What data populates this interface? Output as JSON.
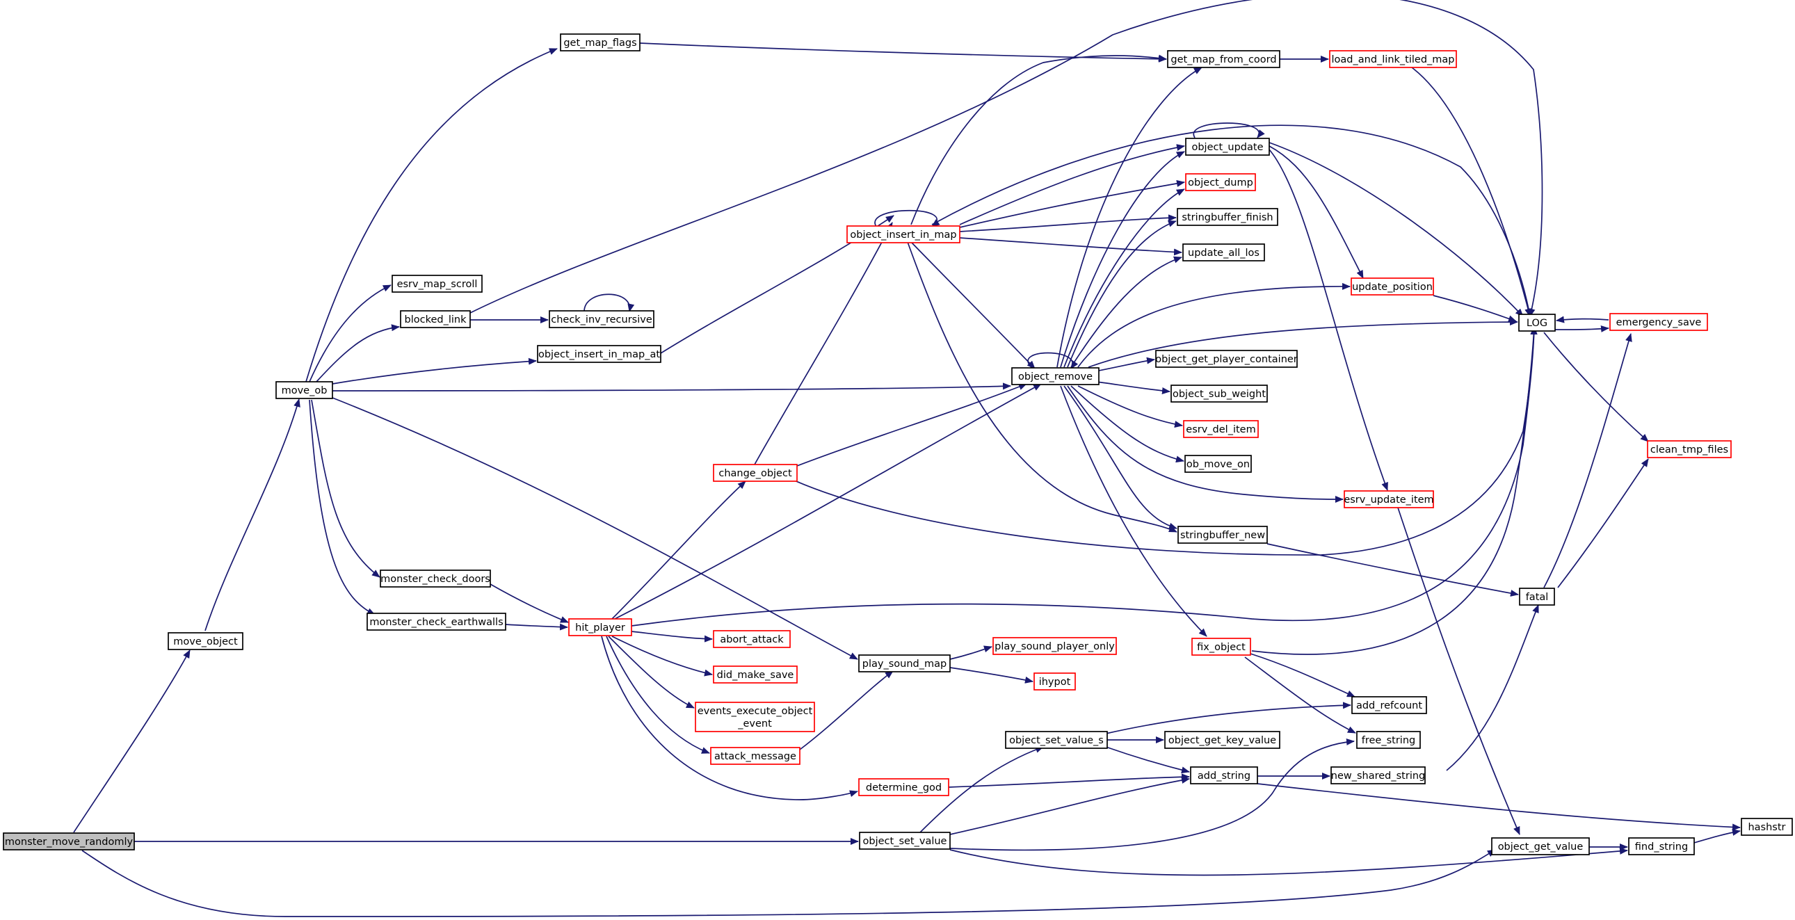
{
  "colors": {
    "edge": "#191970",
    "border_documented": "#000000",
    "border_undocumented": "#ff0000",
    "root_fill": "#bfbfbf",
    "background": "#ffffff"
  },
  "nodes": {
    "monster_move_randomly": "monster_move_randomly",
    "move_object": "move_object",
    "move_ob": "move_ob",
    "get_map_flags": "get_map_flags",
    "esrv_map_scroll": "esrv_map_scroll",
    "blocked_link": "blocked_link",
    "check_inv_recursive": "check_inv_recursive",
    "object_insert_in_map_at": "object_insert_in_map_at",
    "monster_check_doors": "monster_check_doors",
    "monster_check_earthwalls": "monster_check_earthwalls",
    "hit_player": "hit_player",
    "change_object": "change_object",
    "abort_attack": "abort_attack",
    "did_make_save": "did_make_save",
    "events_execute_object_line1": "events_execute_object",
    "events_execute_object_line2": "_event",
    "attack_message": "attack_message",
    "determine_god": "determine_god",
    "play_sound_map": "play_sound_map",
    "play_sound_player_only": "play_sound_player_only",
    "ihypot": "ihypot",
    "object_set_value": "object_set_value",
    "object_set_value_s": "object_set_value_s",
    "object_get_key_value": "object_get_key_value",
    "object_insert_in_map": "object_insert_in_map",
    "get_map_from_coord": "get_map_from_coord",
    "load_and_link_tiled_map": "load_and_link_tiled_map",
    "object_update": "object_update",
    "object_dump": "object_dump",
    "stringbuffer_finish": "stringbuffer_finish",
    "update_all_los": "update_all_los",
    "update_position": "update_position",
    "object_remove": "object_remove",
    "object_get_player_container": "object_get_player_container",
    "object_sub_weight": "object_sub_weight",
    "esrv_del_item": "esrv_del_item",
    "ob_move_on": "ob_move_on",
    "esrv_update_item": "esrv_update_item",
    "stringbuffer_new": "stringbuffer_new",
    "fix_object": "fix_object",
    "add_refcount": "add_refcount",
    "free_string": "free_string",
    "add_string": "add_string",
    "new_shared_string": "new_shared_string",
    "LOG": "LOG",
    "emergency_save": "emergency_save",
    "clean_tmp_files": "clean_tmp_files",
    "fatal": "fatal",
    "object_get_value": "object_get_value",
    "find_string": "find_string",
    "hashstr": "hashstr"
  }
}
